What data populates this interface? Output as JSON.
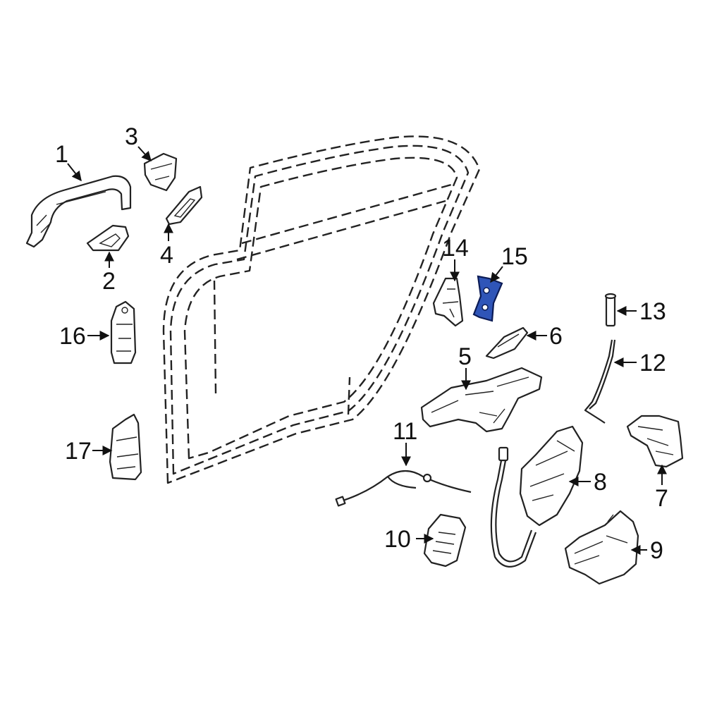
{
  "diagram": {
    "callouts": [
      {
        "id": "1",
        "label": "1"
      },
      {
        "id": "2",
        "label": "2"
      },
      {
        "id": "3",
        "label": "3"
      },
      {
        "id": "4",
        "label": "4"
      },
      {
        "id": "5",
        "label": "5"
      },
      {
        "id": "6",
        "label": "6"
      },
      {
        "id": "7",
        "label": "7"
      },
      {
        "id": "8",
        "label": "8"
      },
      {
        "id": "9",
        "label": "9"
      },
      {
        "id": "10",
        "label": "10"
      },
      {
        "id": "11",
        "label": "11"
      },
      {
        "id": "12",
        "label": "12"
      },
      {
        "id": "13",
        "label": "13"
      },
      {
        "id": "14",
        "label": "14"
      },
      {
        "id": "15",
        "label": "15"
      },
      {
        "id": "16",
        "label": "16"
      },
      {
        "id": "17",
        "label": "17"
      }
    ],
    "highlighted_part": "15",
    "colors": {
      "highlight_fill": "#2f55b8",
      "highlight_stroke": "#0b1b55",
      "line": "#222222",
      "background": "#ffffff"
    }
  }
}
